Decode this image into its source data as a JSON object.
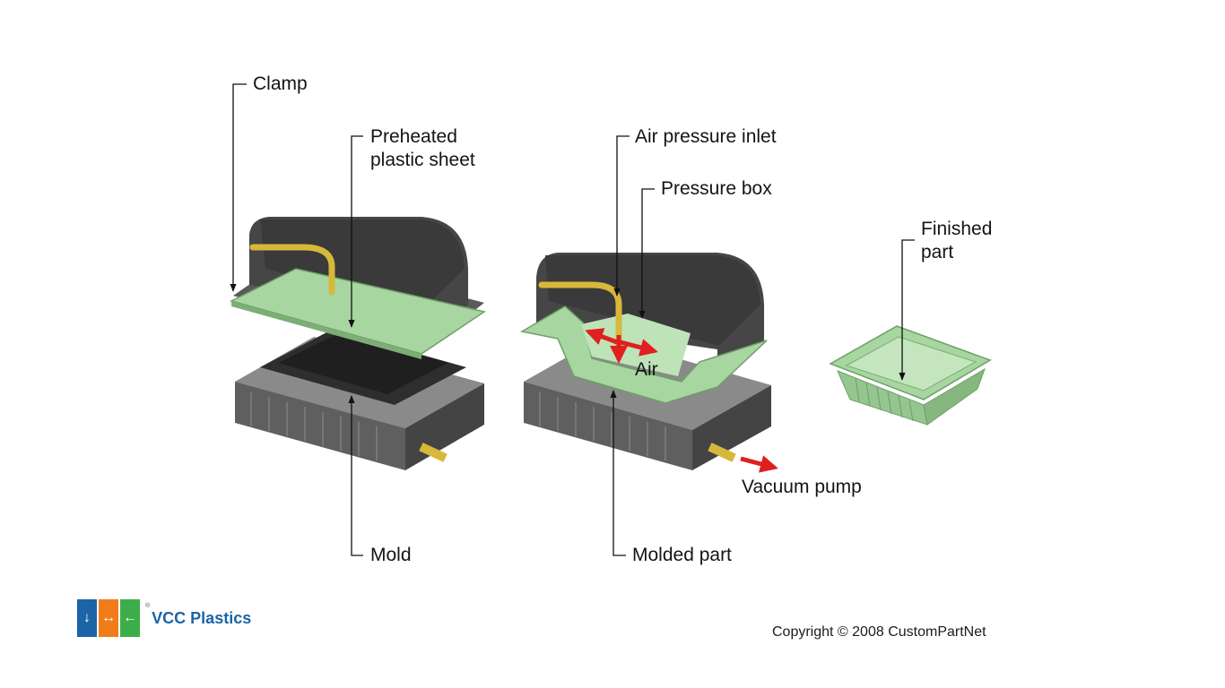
{
  "labels": {
    "clamp": "Clamp",
    "preheated_sheet": "Preheated\nplastic sheet",
    "mold": "Mold",
    "air_pressure_inlet": "Air pressure inlet",
    "pressure_box": "Pressure box",
    "air": "Air",
    "molded_part": "Molded part",
    "vacuum_pump": "Vacuum pump",
    "finished_part": "Finished\npart"
  },
  "footer": {
    "brand": "VCC Plastics",
    "copyright": "Copyright © 2008 CustomPartNet"
  },
  "colors": {
    "mold_gray": "#5a5a5a",
    "box_dark": "#3a3a3a",
    "plastic_green": "#a7d6a0",
    "pipe_gold": "#d8b83a",
    "arrow_red": "#e02020",
    "logo_blue": "#1b64a6",
    "logo_orange": "#f07d1a",
    "logo_green": "#3cae49"
  },
  "icons": [
    "vcc-logo-icon"
  ]
}
